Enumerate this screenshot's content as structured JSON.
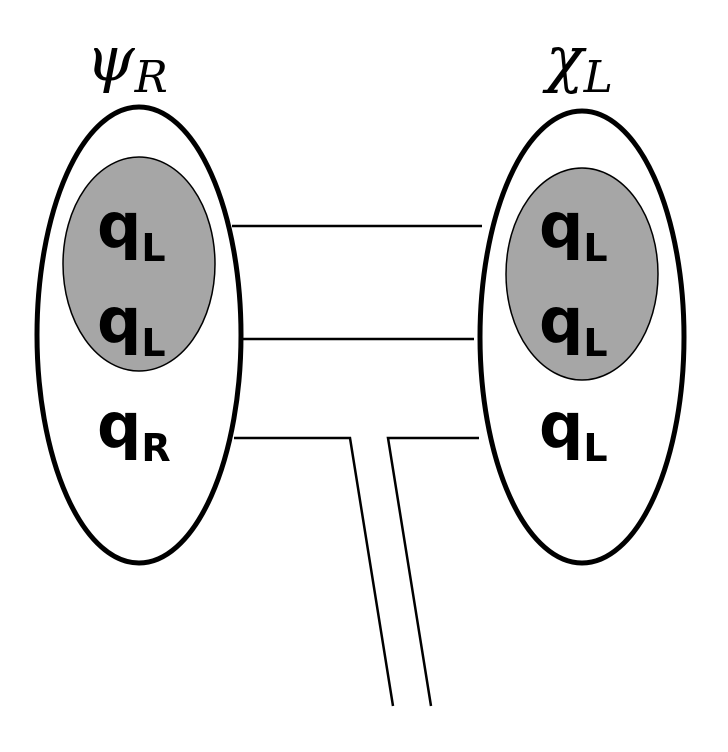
{
  "left_hadron": {
    "label": "ψ",
    "label_sub": "R",
    "quarks": [
      {
        "symbol": "q",
        "sub": "L"
      },
      {
        "symbol": "q",
        "sub": "L"
      },
      {
        "symbol": "q",
        "sub": "R"
      }
    ]
  },
  "right_hadron": {
    "label": "χ",
    "label_sub": "L",
    "quarks": [
      {
        "symbol": "q",
        "sub": "L"
      },
      {
        "symbol": "q",
        "sub": "L"
      },
      {
        "symbol": "q",
        "sub": "L"
      }
    ]
  },
  "colors": {
    "outline": "#000000",
    "background": "#ffffff",
    "diquark_fill": "#a6a6a6"
  }
}
